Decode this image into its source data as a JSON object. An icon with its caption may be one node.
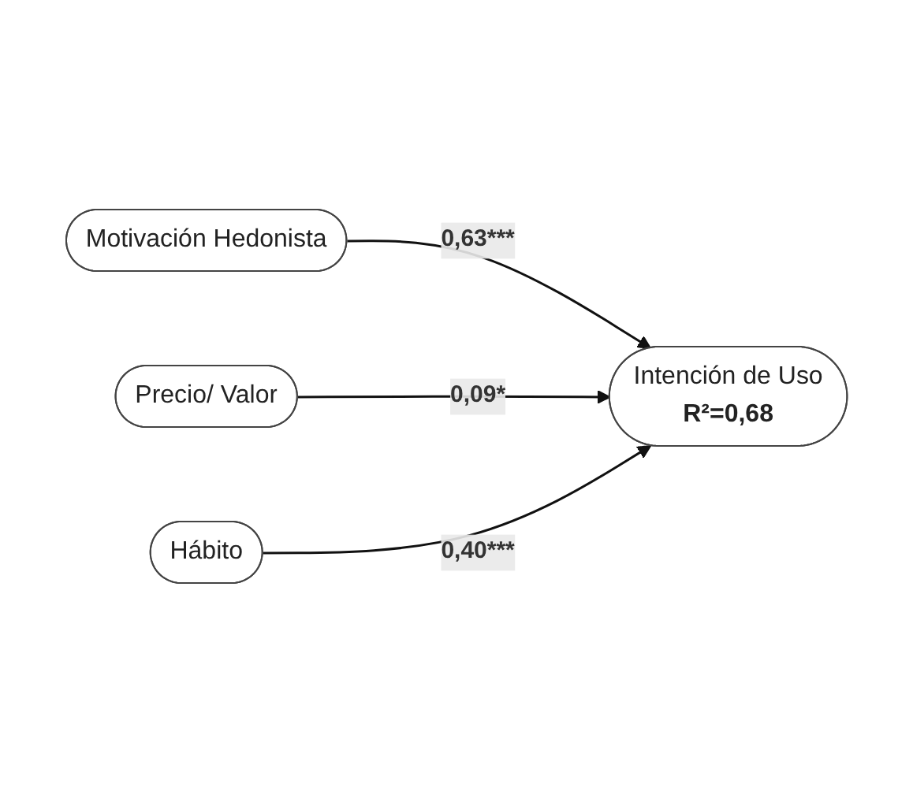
{
  "diagram": {
    "nodes": [
      {
        "text": [
          "Motivación Hedonista"
        ]
      },
      {
        "text": [
          "Precio/ Valor"
        ]
      },
      {
        "text": [
          "Hábito"
        ]
      },
      {
        "text": [
          "Intención de Uso",
          "R²=0,68"
        ]
      }
    ],
    "edges": [
      {
        "from": 0,
        "to": 3,
        "arrow": "to",
        "label": "0,63***"
      },
      {
        "from": 1,
        "to": 3,
        "arrow": "to",
        "label": "0,09*"
      },
      {
        "from": 2,
        "to": 3,
        "arrow": "to",
        "label": "0,40***"
      }
    ]
  }
}
